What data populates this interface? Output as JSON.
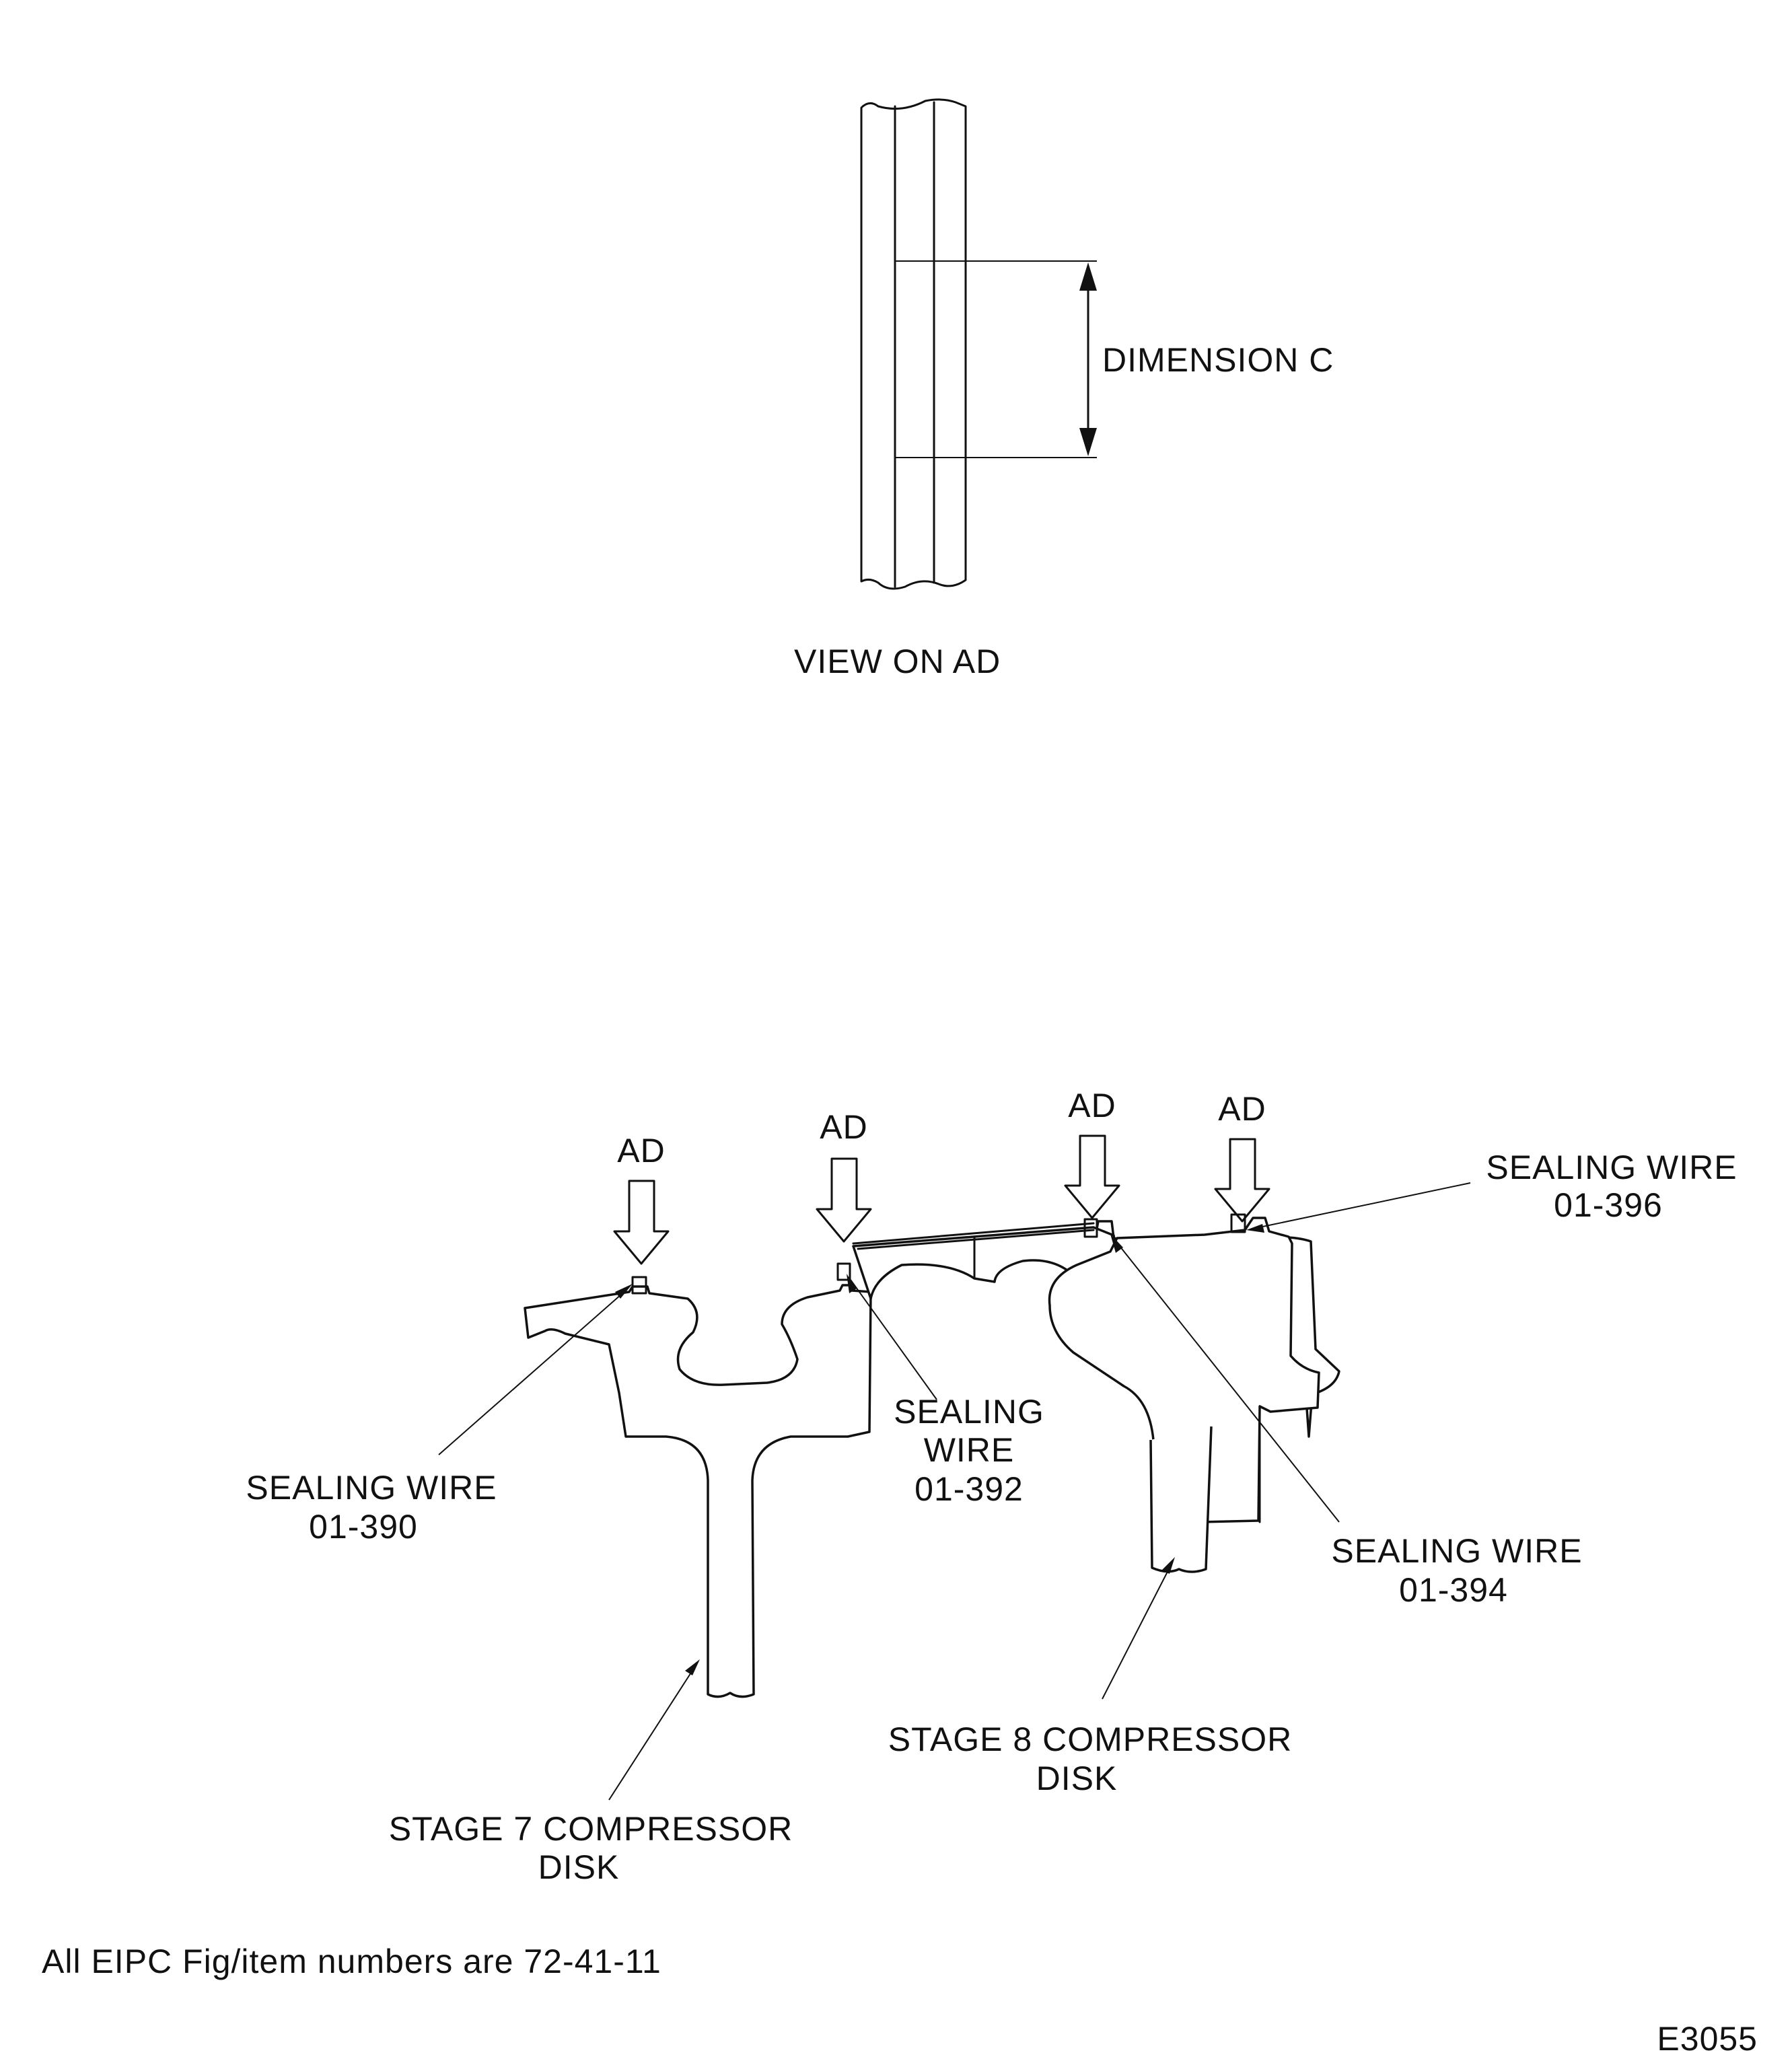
{
  "view": {
    "dimension_label": "DIMENSION C",
    "caption": "VIEW ON AD"
  },
  "arrows": [
    {
      "label": "AD"
    },
    {
      "label": "AD"
    },
    {
      "label": "AD"
    },
    {
      "label": "AD"
    }
  ],
  "callouts": {
    "sealing_wire_390": {
      "line1": "SEALING WIRE",
      "line2": "01-390"
    },
    "sealing_wire_392": {
      "line1": "SEALING",
      "line2": "WIRE",
      "line3": "01-392"
    },
    "sealing_wire_394": {
      "line1": "SEALING WIRE",
      "line2": "01-394"
    },
    "sealing_wire_396": {
      "line1": "SEALING WIRE",
      "line2": "01-396"
    },
    "stage7": {
      "line1": "STAGE 7 COMPRESSOR",
      "line2": "DISK"
    },
    "stage8": {
      "line1": "STAGE 8 COMPRESSOR",
      "line2": "DISK"
    }
  },
  "footer": {
    "note": "All EIPC Fig/item numbers are 72-41-11",
    "figure_id": "E3055"
  }
}
